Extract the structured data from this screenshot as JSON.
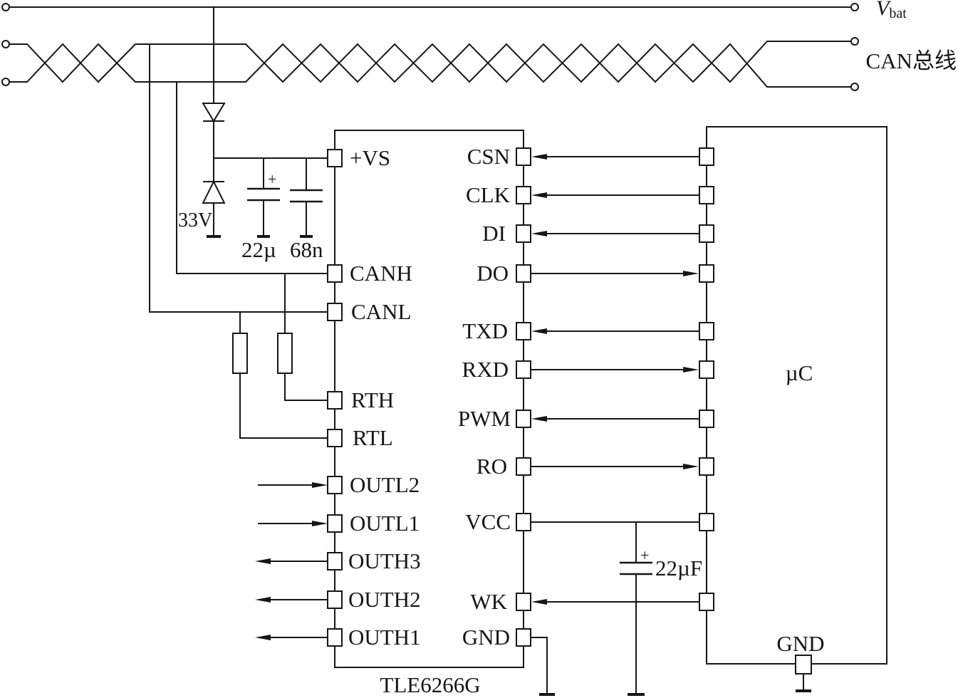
{
  "power": {
    "vbat_symbol": "V",
    "vbat_subscript": "bat"
  },
  "bus": {
    "label": "CAN总线"
  },
  "protection": {
    "zener_label": "33V",
    "bulk_cap_polarity": "+",
    "bulk_cap_label": "22µ",
    "filter_cap_label": "68n"
  },
  "transceiver": {
    "name": "TLE6266G",
    "left_pins": [
      "+VS",
      "CANH",
      "CANL",
      "RTH",
      "RTL",
      "OUTL2",
      "OUTL1",
      "OUTH3",
      "OUTH2",
      "OUTH1"
    ],
    "right_pins": [
      "CSN",
      "CLK",
      "DI",
      "DO",
      "TXD",
      "RXD",
      "PWM",
      "RO",
      "VCC",
      "WK",
      "GND"
    ]
  },
  "decoupling": {
    "cap_polarity": "+",
    "cap_label": "22µF"
  },
  "mcu": {
    "name": "µC",
    "gnd_label": "GND"
  }
}
